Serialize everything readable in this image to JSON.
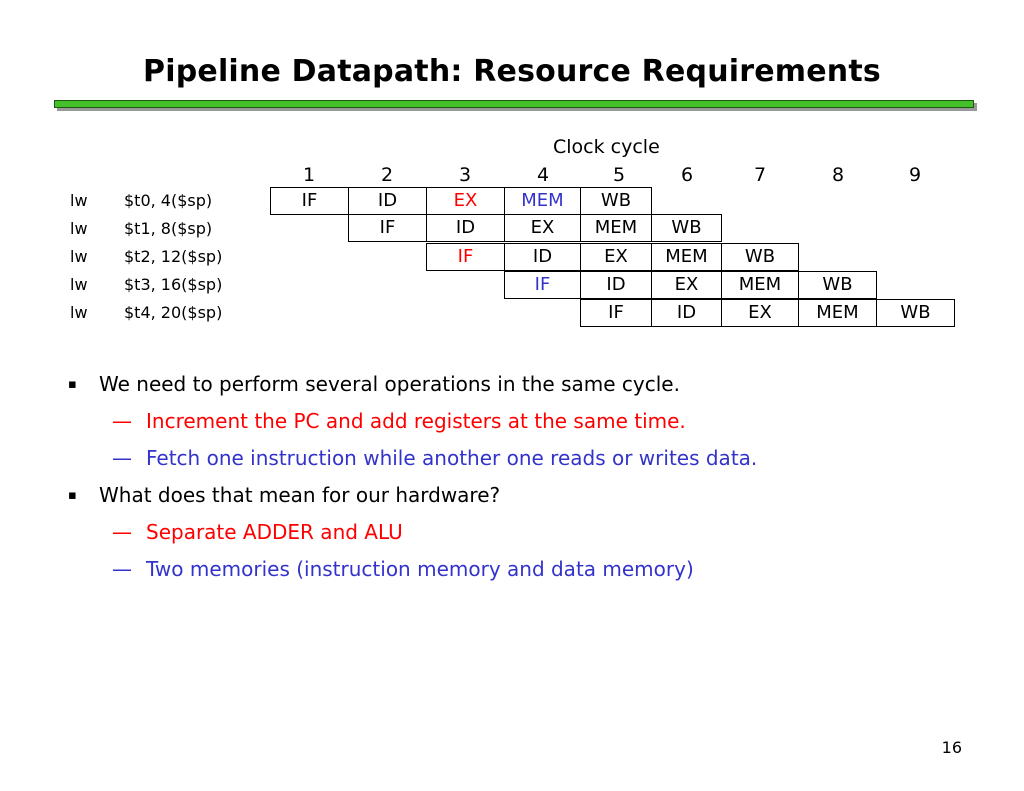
{
  "slide": {
    "title": "Pipeline Datapath: Resource Requirements",
    "page_number": "16"
  },
  "diagram": {
    "clock_label": "Clock cycle",
    "cycles": [
      "1",
      "2",
      "3",
      "4",
      "5",
      "6",
      "7",
      "8",
      "9"
    ],
    "instructions": [
      {
        "op": "lw",
        "args": "$t0, 4($sp)",
        "stages": [
          "IF",
          "ID",
          "EX",
          "MEM",
          "WB"
        ]
      },
      {
        "op": "lw",
        "args": "$t1, 8($sp)",
        "stages": [
          "IF",
          "ID",
          "EX",
          "MEM",
          "WB"
        ]
      },
      {
        "op": "lw",
        "args": "$t2, 12($sp)",
        "stages": [
          "IF",
          "ID",
          "EX",
          "MEM",
          "WB"
        ]
      },
      {
        "op": "lw",
        "args": "$t3, 16($sp)",
        "stages": [
          "IF",
          "ID",
          "EX",
          "MEM",
          "WB"
        ]
      },
      {
        "op": "lw",
        "args": "$t4, 20($sp)",
        "stages": [
          "IF",
          "ID",
          "EX",
          "MEM",
          "WB"
        ]
      }
    ],
    "highlight_colors": {
      "red": "#ff0000",
      "blue": "#3333cc"
    }
  },
  "bullets": {
    "b1": {
      "marker": "▪",
      "text": "We need to perform several operations in the same cycle."
    },
    "b1_1": {
      "marker": "—",
      "text": "Increment the PC and add registers at the same time."
    },
    "b1_2": {
      "marker": "—",
      "text": "Fetch one instruction while another one reads or writes data."
    },
    "b2": {
      "marker": "▪",
      "text": "What does that mean for our hardware?"
    },
    "b2_1": {
      "marker": "—",
      "text": "Separate ADDER and ALU"
    },
    "b2_2": {
      "marker": "—",
      "text": "Two memories (instruction memory and data memory)"
    }
  }
}
